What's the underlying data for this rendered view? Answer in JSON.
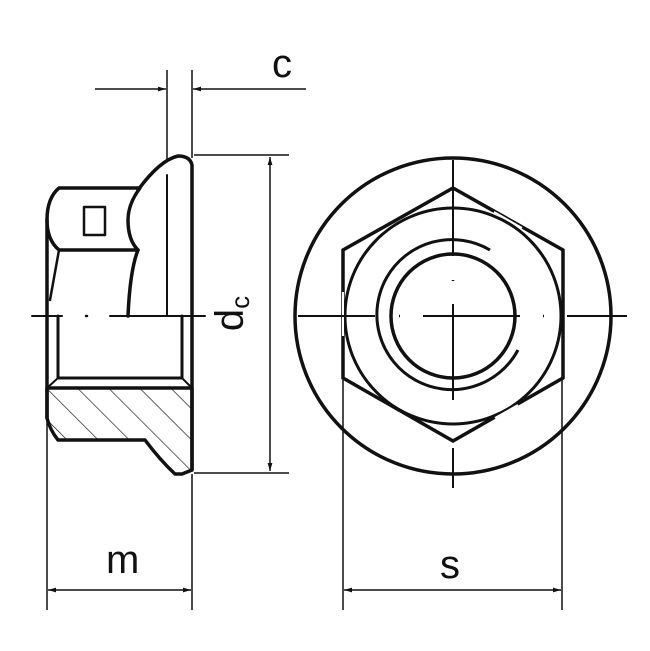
{
  "drawing": {
    "subject": "flange nut technical drawing",
    "views": [
      "side-section-view",
      "top-view"
    ],
    "colors": {
      "line": "#111111",
      "background": "#ffffff"
    }
  },
  "dimensions": {
    "c": {
      "label": "c"
    },
    "dc": {
      "label": "d",
      "subscript": "c"
    },
    "m": {
      "label": "m"
    },
    "s": {
      "label": "s"
    }
  },
  "symbols": {
    "marking_box": "square-marking-symbol"
  }
}
